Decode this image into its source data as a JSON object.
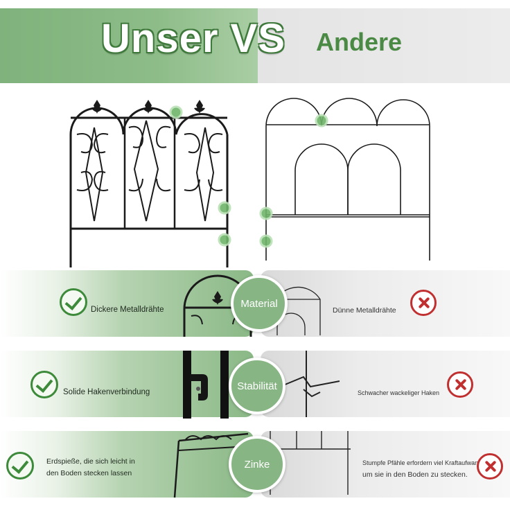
{
  "header": {
    "left_title": "Unser VS",
    "right_title": "Andere"
  },
  "colors": {
    "accent_green": "#87b583",
    "dark_green": "#3d8a3a",
    "cross_red": "#c03030"
  },
  "rows": [
    {
      "badge": "Material",
      "left_text": "Dickere Metalldrähte",
      "right_text": "Dünne Metalldrähte"
    },
    {
      "badge": "Stabilität",
      "left_text": "Solide Hakenverbindung",
      "right_text": "Schwacher wackeliger Haken"
    },
    {
      "badge": "Zinke",
      "left_text_line1": "Erdspieße, die sich leicht in",
      "left_text_line2": "den Boden stecken lassen",
      "right_text_line1": "Stumpfe Pfähle erfordern viel Kraftaufwand,",
      "right_text_line2": "um sie in den Boden zu stecken."
    }
  ],
  "icons": {
    "positive": "check-icon",
    "negative": "cross-icon"
  }
}
